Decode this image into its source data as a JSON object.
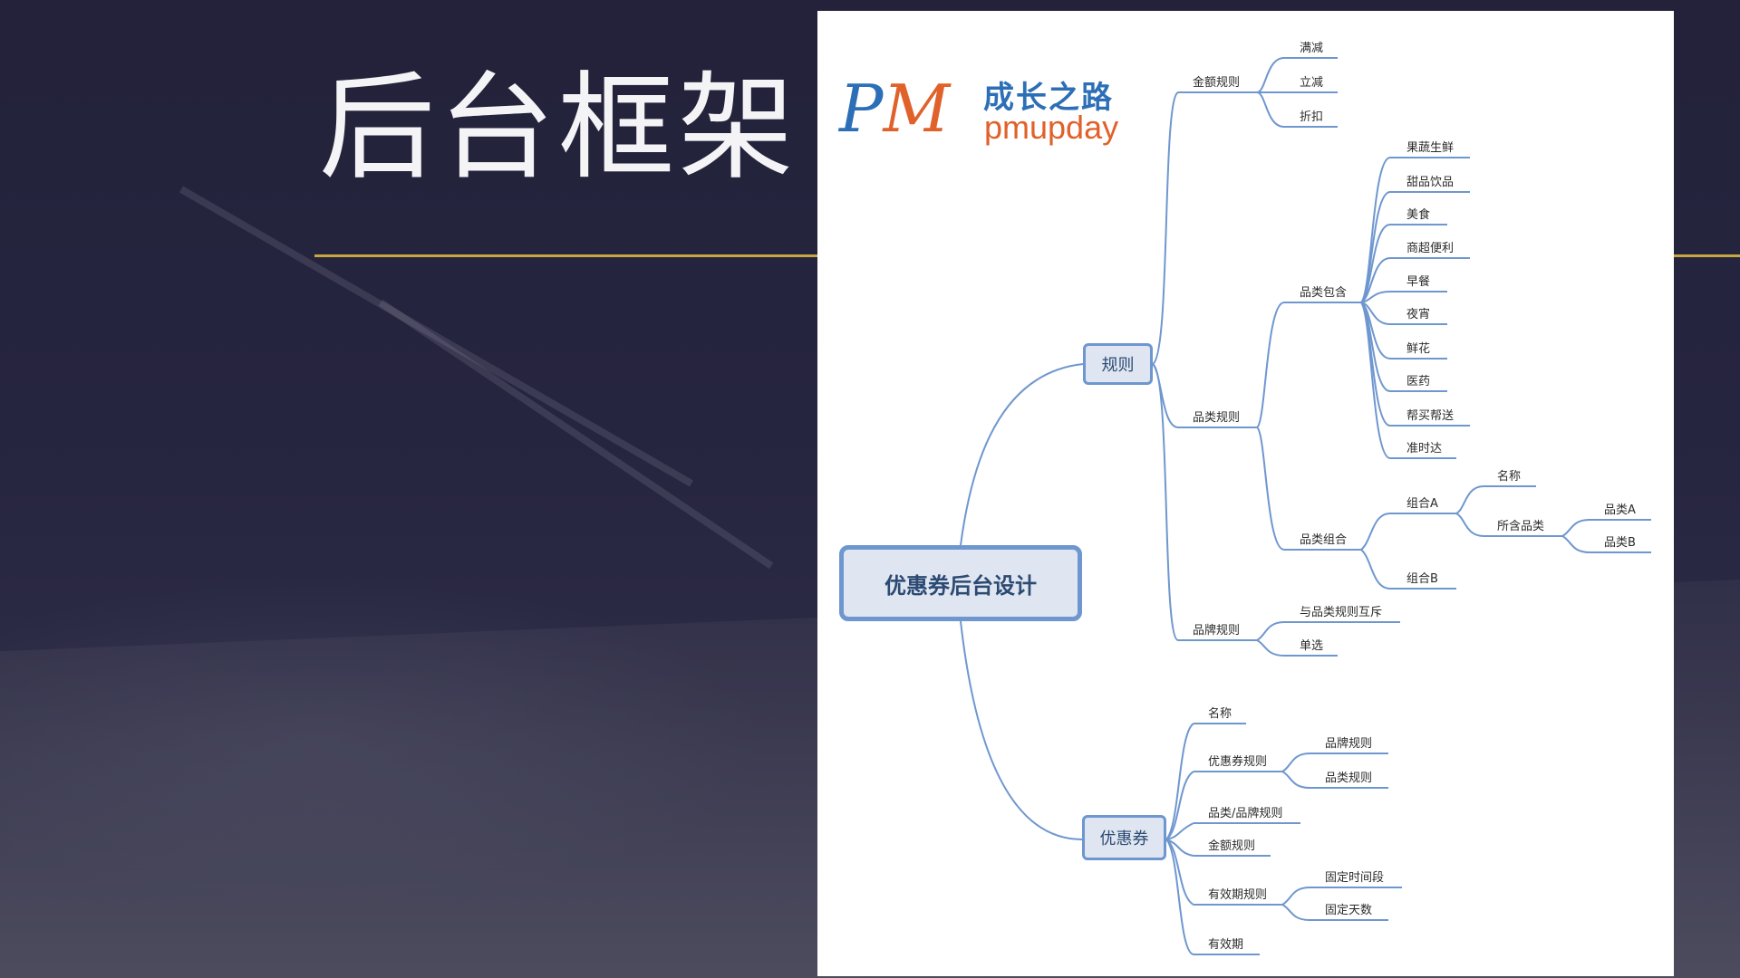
{
  "slide": {
    "title": "后台框架"
  },
  "logo": {
    "mark_p": "P",
    "mark_m": "M",
    "name_cn": "成长之路",
    "name_en": "pmupday"
  },
  "mindmap": {
    "root": "优惠券后台设计",
    "rules": {
      "label": "规则",
      "amount": {
        "label": "金额规则",
        "items": [
          "满减",
          "立减",
          "折扣"
        ]
      },
      "category": {
        "label": "品类规则",
        "includes": {
          "label": "品类包含",
          "items": [
            "果蔬生鲜",
            "甜品饮品",
            "美食",
            "商超便利",
            "早餐",
            "夜宵",
            "鲜花",
            "医药",
            "帮买帮送",
            "准时达"
          ]
        },
        "combo": {
          "label": "品类组合",
          "a": {
            "label": "组合A",
            "name": "名称",
            "contains": {
              "label": "所含品类",
              "items": [
                "品类A",
                "品类B"
              ]
            }
          },
          "b": {
            "label": "组合B"
          }
        }
      },
      "brand": {
        "label": "品牌规则",
        "items": [
          "与品类规则互斥",
          "单选"
        ]
      }
    },
    "coupon": {
      "label": "优惠券",
      "name": "名称",
      "coupon_rules": {
        "label": "优惠券规则",
        "items": [
          "品牌规则",
          "品类规则"
        ]
      },
      "cat_brand": "品类/品牌规则",
      "amount": "金额规则",
      "validity_rules": {
        "label": "有效期规则",
        "items": [
          "固定时间段",
          "固定天数"
        ]
      },
      "validity": "有效期"
    }
  },
  "colors": {
    "title_rule": "#c9a63f",
    "node_border": "#6e96cf",
    "line": "#6f97cf",
    "logo_blue": "#2d6fb7",
    "logo_orange": "#e0612a"
  }
}
